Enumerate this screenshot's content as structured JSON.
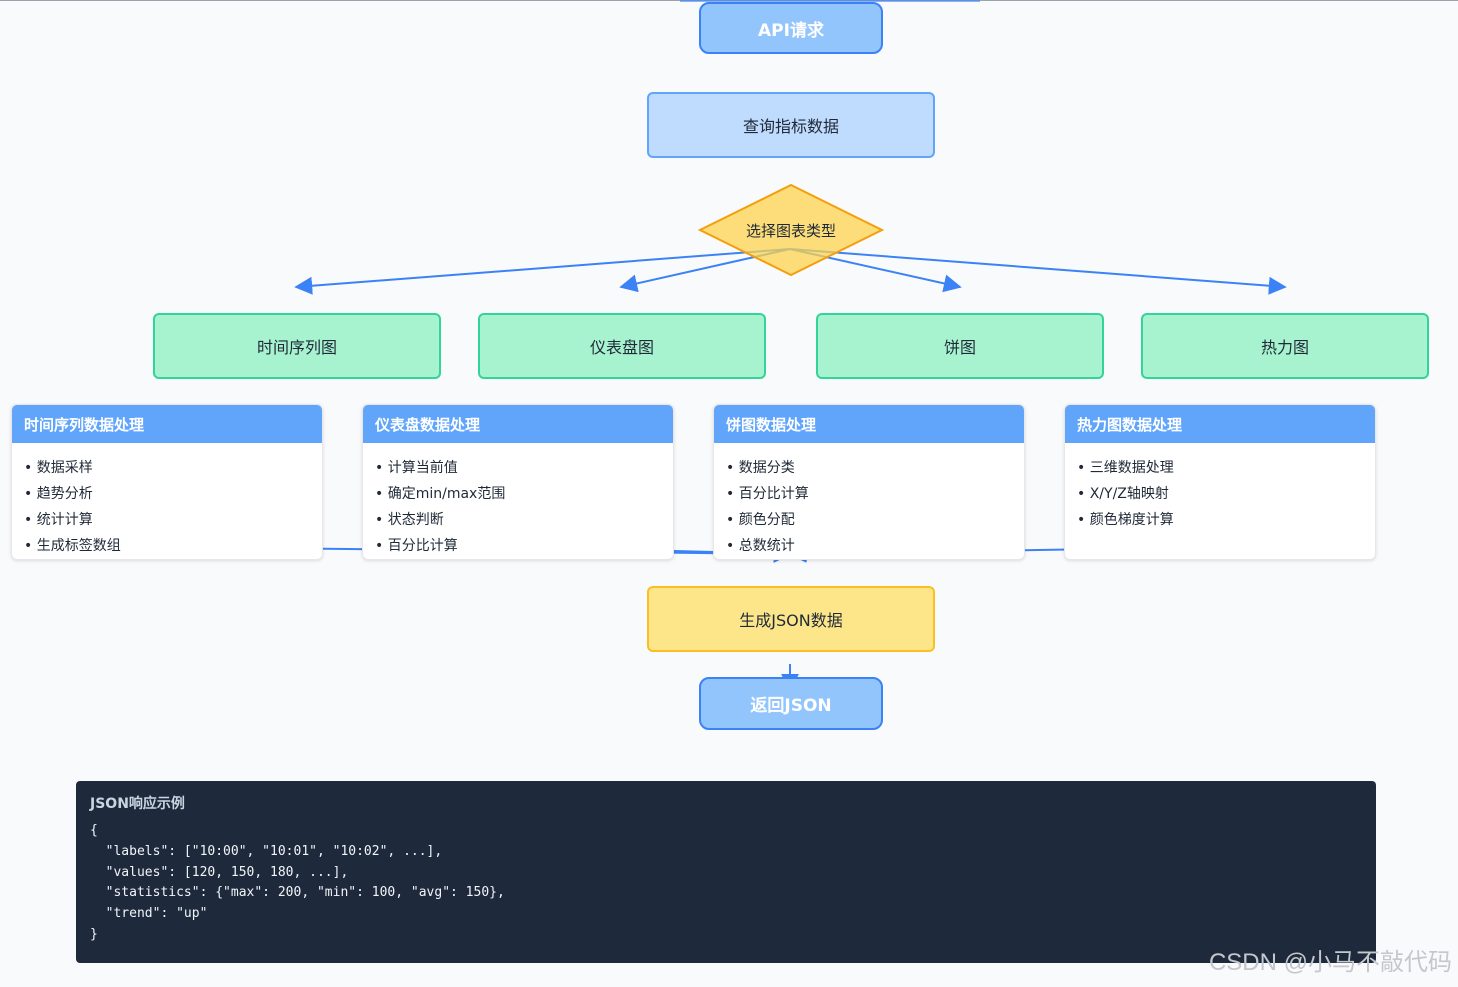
{
  "flow": {
    "start": "API请求",
    "query": "查询指标数据",
    "decision": "选择图表类型",
    "charts": [
      "时间序列图",
      "仪表盘图",
      "饼图",
      "热力图"
    ],
    "generate": "生成JSON数据",
    "end": "返回JSON"
  },
  "cards": [
    {
      "title": "时间序列数据处理",
      "items": [
        "数据采样",
        "趋势分析",
        "统计计算",
        "生成标签数组"
      ]
    },
    {
      "title": "仪表盘数据处理",
      "items": [
        "计算当前值",
        "确定min/max范围",
        "状态判断",
        "百分比计算"
      ]
    },
    {
      "title": "饼图数据处理",
      "items": [
        "数据分类",
        "百分比计算",
        "颜色分配",
        "总数统计"
      ]
    },
    {
      "title": "热力图数据处理",
      "items": [
        "三维数据处理",
        "X/Y/Z轴映射",
        "颜色梯度计算"
      ]
    }
  ],
  "json_example": {
    "title": "JSON响应示例",
    "code": "{\n  \"labels\": [\"10:00\", \"10:01\", \"10:02\", ...],\n  \"values\": [120, 150, 180, ...],\n  \"statistics\": {\"max\": 200, \"min\": 100, \"avg\": 150},\n  \"trend\": \"up\"\n}"
  },
  "watermark": "CSDN @小马不敲代码",
  "colors": {
    "arrow": "#3b82f6",
    "pill_fill": "#93c5fd",
    "query_fill": "#bfdbfe",
    "decision_fill": "#fcd34d",
    "chart_fill": "#a7f3d0",
    "card_header": "#60a5fa",
    "generate_fill": "#fde68a",
    "code_bg": "#1e293b"
  }
}
